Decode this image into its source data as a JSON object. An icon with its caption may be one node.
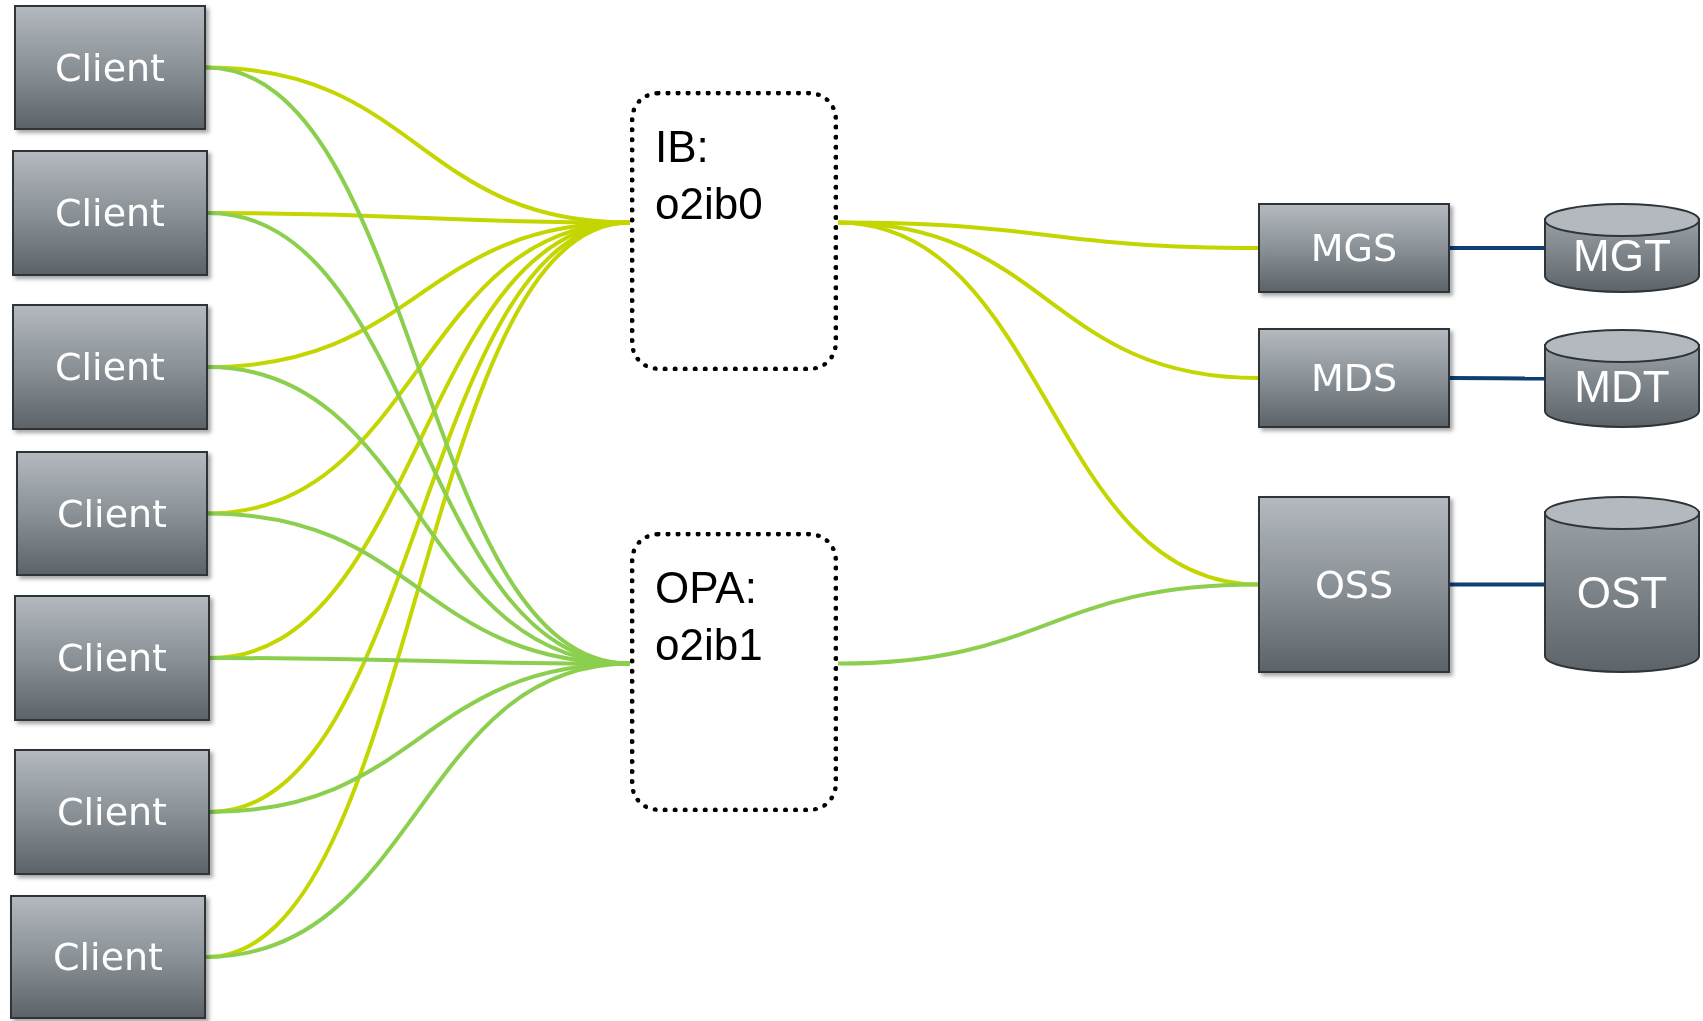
{
  "diagram": {
    "nodes": [
      {
        "text": [
          "Client"
        ]
      },
      {
        "text": [
          "Client"
        ]
      },
      {
        "text": [
          "Client"
        ]
      },
      {
        "text": [
          "Client"
        ]
      },
      {
        "text": [
          "Client"
        ]
      },
      {
        "text": [
          "Client"
        ]
      },
      {
        "text": [
          "Client"
        ]
      },
      {
        "text": [
          "IB: o2ib0"
        ]
      },
      {
        "text": [
          "OPA: o2ib1"
        ]
      },
      {
        "text": [
          "MGS"
        ]
      },
      {
        "text": [
          "MDS"
        ]
      },
      {
        "text": [
          "OSS"
        ]
      },
      {
        "text": [
          "MGT"
        ]
      },
      {
        "text": [
          "MDT"
        ]
      },
      {
        "text": [
          "OST"
        ]
      }
    ],
    "edges": [
      {
        "from": 0,
        "to": 7,
        "arrow": "none"
      },
      {
        "from": 1,
        "to": 7,
        "arrow": "none"
      },
      {
        "from": 2,
        "to": 7,
        "arrow": "none"
      },
      {
        "from": 3,
        "to": 7,
        "arrow": "none"
      },
      {
        "from": 4,
        "to": 7,
        "arrow": "none"
      },
      {
        "from": 5,
        "to": 7,
        "arrow": "none"
      },
      {
        "from": 6,
        "to": 7,
        "arrow": "none"
      },
      {
        "from": 0,
        "to": 8,
        "arrow": "none",
        "color": "#8ccf4f"
      },
      {
        "from": 1,
        "to": 8,
        "arrow": "none",
        "color": "#8ccf4f"
      },
      {
        "from": 2,
        "to": 8,
        "arrow": "none",
        "color": "#8ccf4f"
      },
      {
        "from": 3,
        "to": 8,
        "arrow": "none",
        "color": "#8ccf4f"
      },
      {
        "from": 4,
        "to": 8,
        "arrow": "none",
        "color": "#8ccf4f"
      },
      {
        "from": 5,
        "to": 8,
        "arrow": "none",
        "color": "#8ccf4f"
      },
      {
        "from": 6,
        "to": 8,
        "arrow": "none",
        "color": "#8ccf4f"
      },
      {
        "from": 7,
        "to": 9,
        "arrow": "none"
      },
      {
        "from": 7,
        "to": 10,
        "arrow": "none"
      },
      {
        "from": 7,
        "to": 11,
        "arrow": "none"
      },
      {
        "from": 8,
        "to": 11,
        "arrow": "none",
        "color": "#8ccf4f"
      },
      {
        "from": 9,
        "to": 12,
        "arrow": "none",
        "color": "#0d3f73"
      },
      {
        "from": 10,
        "to": 13,
        "arrow": "none",
        "color": "#0d3f73"
      },
      {
        "from": 11,
        "to": 14,
        "arrow": "none",
        "color": "#0d3f73"
      }
    ]
  }
}
